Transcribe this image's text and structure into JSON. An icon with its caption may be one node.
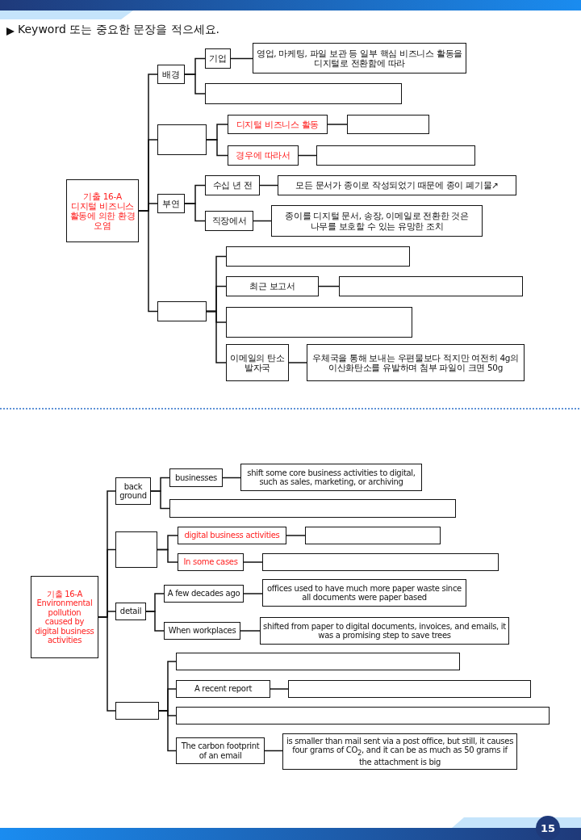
{
  "diagram": {
    "nodes": [
      {
        "text": [
          "기출 16-A 디지털 비즈니스 활동에 의한 환경 오염"
        ]
      },
      {
        "text": [
          "배경"
        ]
      },
      {
        "text": [
          "기업"
        ]
      },
      {
        "text": [
          "영업, 마케팅, 파일 보관 등 일부 핵심 비즈니스 활동을 디지털로 전환함에 따라"
        ]
      },
      {
        "text": [],
        "shape": "box"
      },
      {
        "text": [],
        "shape": "box"
      },
      {
        "text": [
          "디지털 비즈니스 활동"
        ]
      },
      {
        "text": [],
        "shape": "box"
      },
      {
        "text": [
          "경우에 따라서"
        ]
      },
      {
        "text": [],
        "shape": "box"
      },
      {
        "text": [
          "부연"
        ]
      },
      {
        "text": [
          "수십 년 전"
        ]
      },
      {
        "text": [
          "모든 문서가 종이로 작성되었기 때문에 종이 폐기물↗"
        ]
      },
      {
        "text": [
          "직장에서"
        ]
      },
      {
        "text": [
          "종이를 디지털 문서, 송장, 이메일로 전환한 것은 나무를 보호할 수 있는 유망한 조치"
        ]
      },
      {
        "text": [],
        "shape": "box"
      },
      {
        "text": [],
        "shape": "box"
      },
      {
        "text": [
          "최근 보고서"
        ]
      },
      {
        "text": [],
        "shape": "box"
      },
      {
        "text": [],
        "shape": "box"
      },
      {
        "text": [
          "이메일의 탄소 발자국"
        ]
      },
      {
        "text": [
          "우체국을 통해 보내는 우편물보다 적지만 여전히 4g의 이산화탄소를 유발하며 첨부 파일이 크면 50g"
        ]
      },
      {
        "text": [
          "기출 16-A Environmental pollution caused by digital business activities"
        ]
      },
      {
        "text": [
          "back ground"
        ]
      },
      {
        "text": [
          "businesses"
        ]
      },
      {
        "text": [
          "shift some core business activities to digital, such as sales, marketing, or archiving"
        ]
      },
      {
        "text": [],
        "shape": "box"
      },
      {
        "text": [],
        "shape": "box"
      },
      {
        "text": [
          "digital business activities"
        ]
      },
      {
        "text": [],
        "shape": "box"
      },
      {
        "text": [
          "In some cases"
        ]
      },
      {
        "text": [],
        "shape": "box"
      },
      {
        "text": [
          "detail"
        ]
      },
      {
        "text": [
          "A few decades ago"
        ]
      },
      {
        "text": [
          "offices used to have much more paper waste since all documents were paper based"
        ]
      },
      {
        "text": [
          "When workplaces"
        ]
      },
      {
        "text": [
          "shifted from paper to digital documents, invoices, and emails, it was a promising step to save trees"
        ]
      },
      {
        "text": [],
        "shape": "box"
      },
      {
        "text": [],
        "shape": "box"
      },
      {
        "text": [
          "A recent report"
        ]
      },
      {
        "text": [],
        "shape": "box"
      },
      {
        "text": [],
        "shape": "box"
      },
      {
        "text": [
          "The carbon footprint of an email"
        ]
      },
      {
        "text": [
          "is smaller than mail sent via a post office, but still, it causes four grams of CO$_{2}$, and it can be as much as 50 grams if the attachment is big"
        ]
      }
    ],
    "edges": [
      {
        "from": 0,
        "to": 1,
        "arrow": "none"
      },
      {
        "from": 0,
        "to": 5,
        "arrow": "none"
      },
      {
        "from": 0,
        "to": 10,
        "arrow": "none"
      },
      {
        "from": 0,
        "to": 15,
        "arrow": "none"
      },
      {
        "from": 1,
        "to": 2,
        "arrow": "none"
      },
      {
        "from": 1,
        "to": 4,
        "arrow": "none"
      },
      {
        "from": 2,
        "to": 3,
        "arrow": "none"
      },
      {
        "from": 5,
        "to": 6,
        "arrow": "none"
      },
      {
        "from": 5,
        "to": 8,
        "arrow": "none"
      },
      {
        "from": 6,
        "to": 7,
        "arrow": "none"
      },
      {
        "from": 8,
        "to": 9,
        "arrow": "none"
      },
      {
        "from": 10,
        "to": 11,
        "arrow": "none"
      },
      {
        "from": 10,
        "to": 13,
        "arrow": "none"
      },
      {
        "from": 11,
        "to": 12,
        "arrow": "none"
      },
      {
        "from": 13,
        "to": 14,
        "arrow": "none"
      },
      {
        "from": 15,
        "to": 16,
        "arrow": "none"
      },
      {
        "from": 15,
        "to": 17,
        "arrow": "none"
      },
      {
        "from": 15,
        "to": 19,
        "arrow": "none"
      },
      {
        "from": 15,
        "to": 20,
        "arrow": "none"
      },
      {
        "from": 17,
        "to": 18,
        "arrow": "none"
      },
      {
        "from": 20,
        "to": 21,
        "arrow": "none"
      },
      {
        "from": 22,
        "to": 23,
        "arrow": "none"
      },
      {
        "from": 22,
        "to": 27,
        "arrow": "none"
      },
      {
        "from": 22,
        "to": 32,
        "arrow": "none"
      },
      {
        "from": 22,
        "to": 37,
        "arrow": "none"
      },
      {
        "from": 23,
        "to": 24,
        "arrow": "none"
      },
      {
        "from": 23,
        "to": 26,
        "arrow": "none"
      },
      {
        "from": 24,
        "to": 25,
        "arrow": "none"
      },
      {
        "from": 27,
        "to": 28,
        "arrow": "none"
      },
      {
        "from": 27,
        "to": 30,
        "arrow": "none"
      },
      {
        "from": 28,
        "to": 29,
        "arrow": "none"
      },
      {
        "from": 30,
        "to": 31,
        "arrow": "none"
      },
      {
        "from": 32,
        "to": 33,
        "arrow": "none"
      },
      {
        "from": 32,
        "to": 35,
        "arrow": "none"
      },
      {
        "from": 33,
        "to": 34,
        "arrow": "none"
      },
      {
        "from": 35,
        "to": 36,
        "arrow": "none"
      },
      {
        "from": 37,
        "to": 38,
        "arrow": "none"
      },
      {
        "from": 37,
        "to": 39,
        "arrow": "none"
      },
      {
        "from": 37,
        "to": 41,
        "arrow": "none"
      },
      {
        "from": 37,
        "to": 42,
        "arrow": "none"
      },
      {
        "from": 39,
        "to": 40,
        "arrow": "none"
      },
      {
        "from": 42,
        "to": 43,
        "arrow": "none"
      }
    ],
    "labels": [
      "Keyword 또는 중요한 문장을 적으세요.",
      "15"
    ]
  }
}
